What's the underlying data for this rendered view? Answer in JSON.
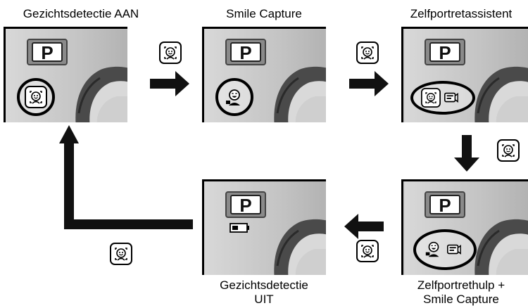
{
  "labels": {
    "face_detect_on": "Gezichtsdetectie AAN",
    "smile_capture": "Smile Capture",
    "self_portrait_assistant": "Zelfportretassistent",
    "self_portrait_help_line1": "Zelfportrethulp +",
    "self_portrait_help_line2": "Smile Capture",
    "face_detect_off_line1": "Gezichtsdetectie",
    "face_detect_off_line2": "UIT"
  },
  "mode_letter": "P",
  "colors": {
    "arrow": "#111111",
    "screen_bg": "#cfcfcf",
    "badge": "#8a8a8a"
  },
  "icons": [
    "face-detect-button-icon",
    "arrow-right-icon",
    "arrow-down-icon",
    "arrow-left-icon",
    "arrow-up-icon",
    "smile-icon",
    "self-portrait-icon",
    "battery-icon"
  ]
}
